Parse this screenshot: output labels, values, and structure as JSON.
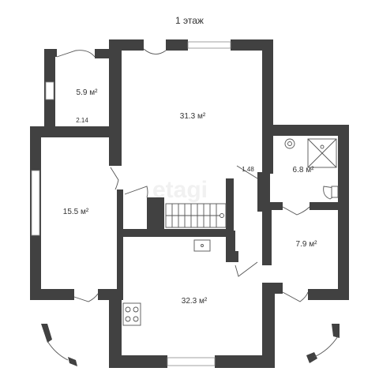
{
  "title": "1 этаж",
  "rooms": [
    {
      "id": "small-room",
      "area": "5.9 м²"
    },
    {
      "id": "living-room",
      "area": "31.3 м²"
    },
    {
      "id": "left-room",
      "area": "15.5 м²"
    },
    {
      "id": "bathroom",
      "area": "6.8 м²"
    },
    {
      "id": "right-room",
      "area": "7.9 м²"
    },
    {
      "id": "kitchen",
      "area": "32.3 м²"
    }
  ],
  "dimensions": {
    "small_room_width": "2.14",
    "hall_width": "1.48"
  },
  "watermark": "etagi",
  "colors": {
    "wall": "#414141",
    "background": "#ffffff",
    "text": "#333333"
  }
}
